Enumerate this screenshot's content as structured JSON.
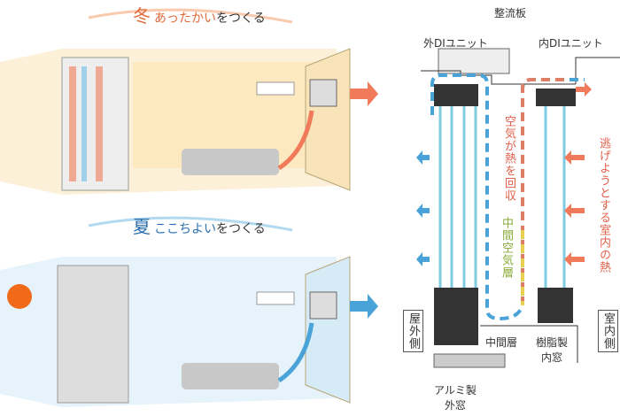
{
  "winter": {
    "season": "冬",
    "caption_colored": "あったかい",
    "caption_rest": "をつくる"
  },
  "summer": {
    "season": "夏",
    "caption_colored": "ここちよい",
    "caption_rest": "をつくる"
  },
  "diagram": {
    "baffle": "整流板",
    "outer_unit": "外DIユニット",
    "inner_unit": "内DIユニット",
    "air_recovers_heat": "空気が熱を回収",
    "escaping_heat": "逃げようとする室内の熱",
    "middle_air_layer": "中間空気層",
    "outdoor_side": "屋外側",
    "indoor_side": "室内側",
    "middle_layer": "中間層",
    "resin_inner_window": "樹脂製内窓",
    "aluminum_outer_window": "アルミ製外窓"
  },
  "colors": {
    "warm": "#f07a5a",
    "cool": "#4aa3d8",
    "wall": "#b8a57a"
  }
}
